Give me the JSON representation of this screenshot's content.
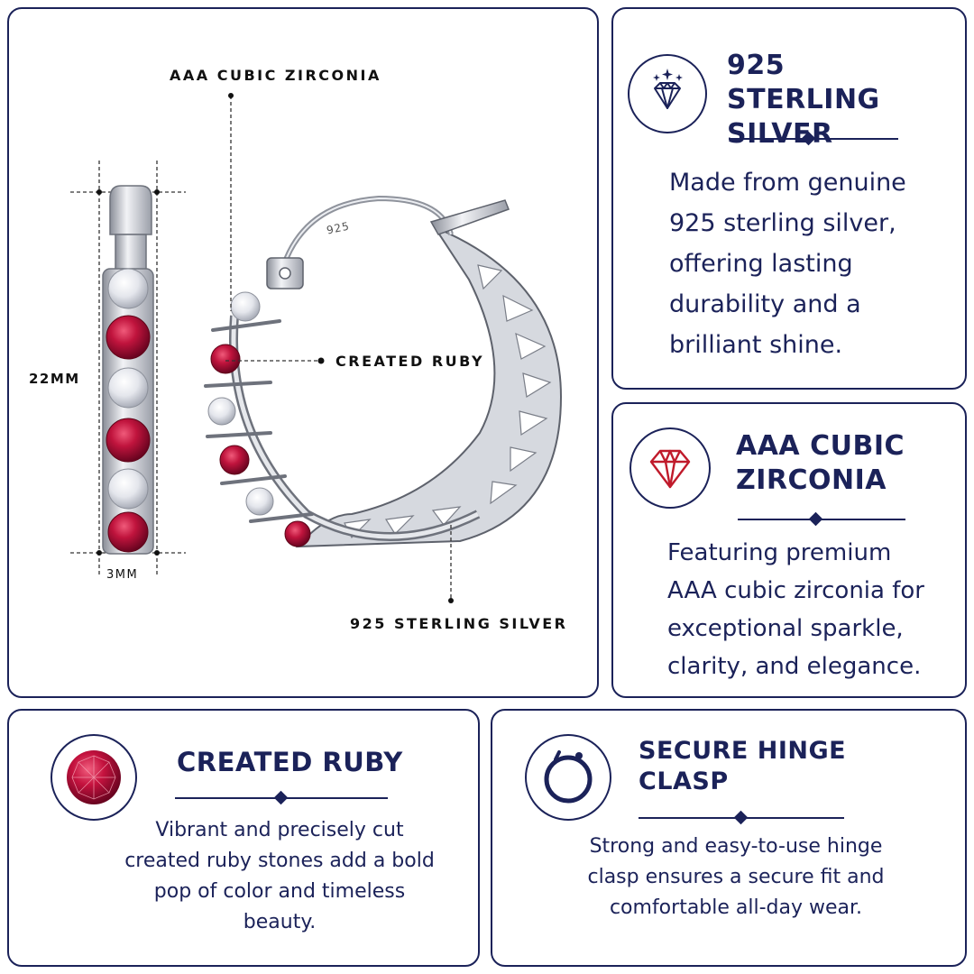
{
  "diagram": {
    "callouts": {
      "cubic_zirconia": "AAA CUBIC ZIRCONIA",
      "created_ruby": "CREATED RUBY",
      "sterling_silver": "925 STERLING SILVER"
    },
    "dimensions": {
      "height": "22MM",
      "width": "3MM"
    },
    "hallmark": "925"
  },
  "features": [
    {
      "title": "925 STERLING SILVER",
      "icon": "diamond-sparkle-icon",
      "description": "Made from genuine 925 sterling silver, offering lasting durability and a brilliant shine."
    },
    {
      "title": "AAA CUBIC ZIRCONIA",
      "icon": "red-diamond-icon",
      "description": "Featuring premium AAA cubic zirconia for exceptional sparkle, clarity, and elegance."
    },
    {
      "title": "CREATED RUBY",
      "icon": "ruby-gem-icon",
      "description": "Vibrant and precisely cut created ruby stones add a bold pop of color and timeless beauty."
    },
    {
      "title": "SECURE HINGE CLASP",
      "icon": "hoop-clasp-icon",
      "description": "Strong and easy-to-use hinge clasp ensures a secure fit and comfortable all-day wear."
    }
  ],
  "colors": {
    "navy": "#1b2259",
    "ruby": "#b0123a",
    "silver": "#c9ccd3"
  }
}
